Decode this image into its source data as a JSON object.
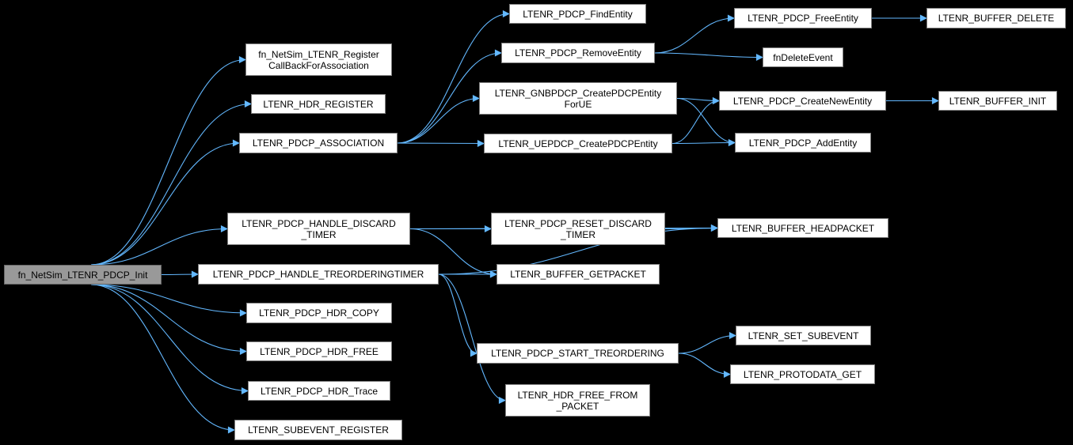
{
  "diagram": {
    "edge_color": "#63b8ff",
    "root": "n0",
    "nodes": [
      {
        "id": "n0",
        "label": "fn_NetSim_LTENR_PDCP_Init",
        "root": true
      },
      {
        "id": "n1",
        "label": "fn_NetSim_LTENR_Register\nCallBackForAssociation"
      },
      {
        "id": "n2",
        "label": "LTENR_HDR_REGISTER"
      },
      {
        "id": "n3",
        "label": "LTENR_PDCP_ASSOCIATION"
      },
      {
        "id": "n4",
        "label": "LTENR_PDCP_HANDLE_DISCARD\n_TIMER"
      },
      {
        "id": "n5",
        "label": "LTENR_PDCP_HANDLE_TREORDERINGTIMER"
      },
      {
        "id": "n6",
        "label": "LTENR_PDCP_HDR_COPY"
      },
      {
        "id": "n7",
        "label": "LTENR_PDCP_HDR_FREE"
      },
      {
        "id": "n8",
        "label": "LTENR_PDCP_HDR_Trace"
      },
      {
        "id": "n9",
        "label": "LTENR_SUBEVENT_REGISTER"
      },
      {
        "id": "n10",
        "label": "LTENR_PDCP_FindEntity"
      },
      {
        "id": "n11",
        "label": "LTENR_PDCP_RemoveEntity"
      },
      {
        "id": "n12",
        "label": "LTENR_GNBPDCP_CreatePDCPEntity\nForUE"
      },
      {
        "id": "n13",
        "label": "LTENR_UEPDCP_CreatePDCPEntity"
      },
      {
        "id": "n14",
        "label": "LTENR_PDCP_RESET_DISCARD\n_TIMER"
      },
      {
        "id": "n15",
        "label": "LTENR_BUFFER_GETPACKET"
      },
      {
        "id": "n16",
        "label": "LTENR_PDCP_START_TREORDERING"
      },
      {
        "id": "n17",
        "label": "LTENR_HDR_FREE_FROM\n_PACKET"
      },
      {
        "id": "n18",
        "label": "LTENR_PDCP_FreeEntity"
      },
      {
        "id": "n19",
        "label": "fnDeleteEvent"
      },
      {
        "id": "n20",
        "label": "LTENR_PDCP_CreateNewEntity"
      },
      {
        "id": "n21",
        "label": "LTENR_PDCP_AddEntity"
      },
      {
        "id": "n22",
        "label": "LTENR_BUFFER_HEADPACKET"
      },
      {
        "id": "n23",
        "label": "LTENR_SET_SUBEVENT"
      },
      {
        "id": "n24",
        "label": "LTENR_PROTODATA_GET"
      },
      {
        "id": "n25",
        "label": "LTENR_BUFFER_DELETE"
      },
      {
        "id": "n26",
        "label": "LTENR_BUFFER_INIT"
      }
    ],
    "edges": [
      [
        "n0",
        "n1"
      ],
      [
        "n0",
        "n2"
      ],
      [
        "n0",
        "n3"
      ],
      [
        "n0",
        "n4"
      ],
      [
        "n0",
        "n5"
      ],
      [
        "n0",
        "n6"
      ],
      [
        "n0",
        "n7"
      ],
      [
        "n0",
        "n8"
      ],
      [
        "n0",
        "n9"
      ],
      [
        "n3",
        "n10"
      ],
      [
        "n3",
        "n11"
      ],
      [
        "n3",
        "n12"
      ],
      [
        "n3",
        "n13"
      ],
      [
        "n11",
        "n18"
      ],
      [
        "n11",
        "n19"
      ],
      [
        "n18",
        "n25"
      ],
      [
        "n12",
        "n20"
      ],
      [
        "n12",
        "n21"
      ],
      [
        "n13",
        "n20"
      ],
      [
        "n13",
        "n21"
      ],
      [
        "n20",
        "n26"
      ],
      [
        "n4",
        "n14"
      ],
      [
        "n4",
        "n15"
      ],
      [
        "n4",
        "n22"
      ],
      [
        "n14",
        "n22"
      ],
      [
        "n5",
        "n15"
      ],
      [
        "n5",
        "n22"
      ],
      [
        "n5",
        "n16"
      ],
      [
        "n5",
        "n17"
      ],
      [
        "n16",
        "n23"
      ],
      [
        "n16",
        "n24"
      ]
    ]
  }
}
